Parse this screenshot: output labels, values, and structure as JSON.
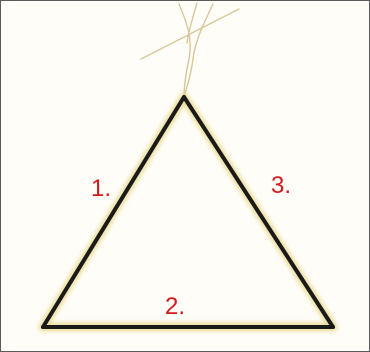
{
  "labels": {
    "left_side": "1.",
    "bottom_side": "2.",
    "right_side": "3."
  },
  "colors": {
    "rod": "#1a1a1a",
    "glow": "#e8d98e",
    "string": "#d7c89a",
    "label": "#d11a1a",
    "background": "#fffdf8",
    "border": "#5a5a5a"
  }
}
